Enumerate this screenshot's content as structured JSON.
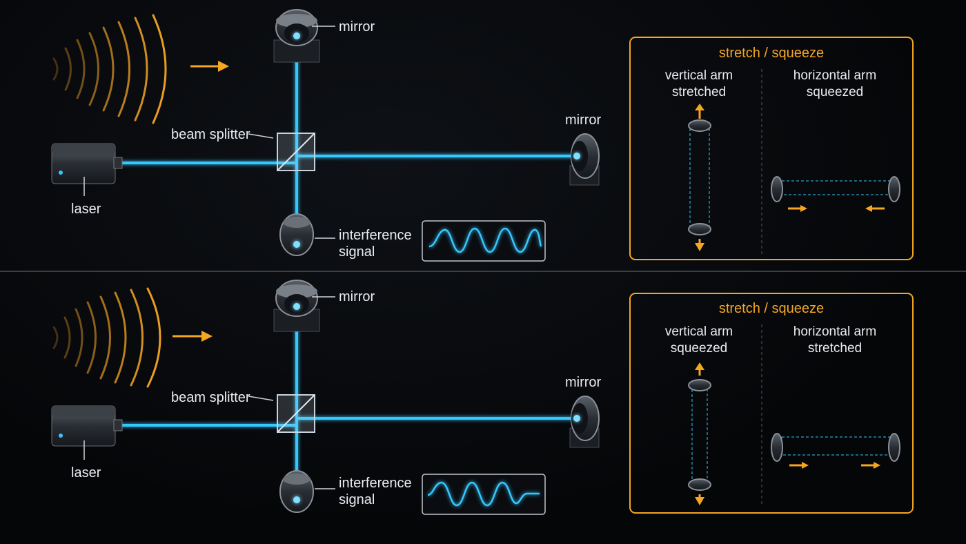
{
  "panels": [
    {
      "mirror_top_label": "mirror",
      "mirror_right_label": "mirror",
      "beam_splitter_label": "beam splitter",
      "laser_label": "laser",
      "signal_label_1": "interference",
      "signal_label_2": "signal",
      "box_title": "stretch / squeeze",
      "vertical_arm_1": "vertical arm",
      "vertical_arm_2": "stretched",
      "horizontal_arm_1": "horizontal arm",
      "horizontal_arm_2": "squeezed"
    },
    {
      "mirror_top_label": "mirror",
      "mirror_right_label": "mirror",
      "beam_splitter_label": "beam splitter",
      "laser_label": "laser",
      "signal_label_1": "interference",
      "signal_label_2": "signal",
      "box_title": "stretch / squeeze",
      "vertical_arm_1": "vertical arm",
      "vertical_arm_2": "squeezed",
      "horizontal_arm_1": "horizontal arm",
      "horizontal_arm_2": "stretched"
    }
  ],
  "colors": {
    "beam": "#35c8ff",
    "accent": "#f5a623",
    "text": "#e9edf2"
  },
  "icons": {
    "laser": "laser-icon",
    "mirror": "mirror-icon",
    "detector": "detector-icon",
    "splitter": "beam-splitter-icon",
    "wave": "gravitational-wave-icon"
  }
}
